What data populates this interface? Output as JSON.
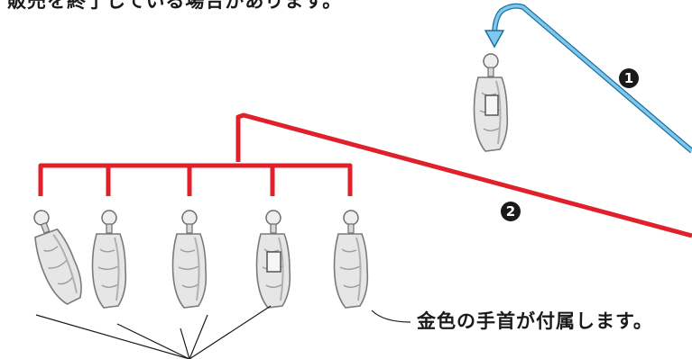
{
  "texts": {
    "top_note_line1": "※右手・左手の手首パーツは共通のため、販売を終了している場合があります。",
    "top_note_line2": "販売を終了している場合があります。",
    "bottom_note": "金色の手首が付属します。"
  },
  "badges": {
    "one": "1",
    "two": "2"
  },
  "colors": {
    "blue_line": "#5ab4e6",
    "red_line": "#e0202a",
    "hand_fill": "#e6e6e6",
    "hand_shade": "#8c8c8c",
    "leader_line": "#1a1a1a"
  },
  "icons": {
    "hand_part": "hand-part-icon",
    "arrow": "arrow-head-icon"
  }
}
